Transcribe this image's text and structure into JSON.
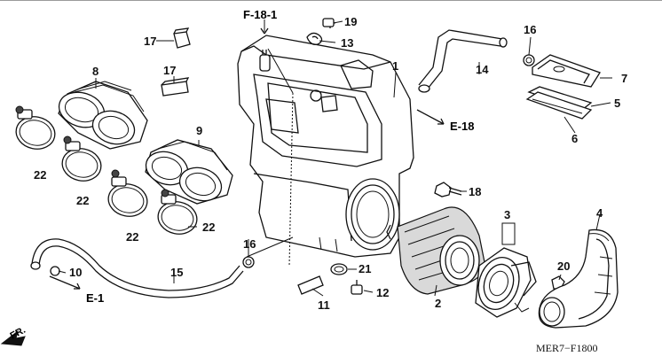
{
  "diagram": {
    "drawing_code": "MER7−F1800",
    "direction_marker": "FR.",
    "references": [
      "F-18-1",
      "E-18",
      "E-1"
    ],
    "callouts": [
      "1",
      "2",
      "3",
      "4",
      "5",
      "6",
      "7",
      "8",
      "9",
      "10",
      "11",
      "12",
      "13",
      "14",
      "15",
      "16",
      "16",
      "17",
      "17",
      "19",
      "18",
      "20",
      "21",
      "22",
      "22",
      "22",
      "22"
    ]
  }
}
